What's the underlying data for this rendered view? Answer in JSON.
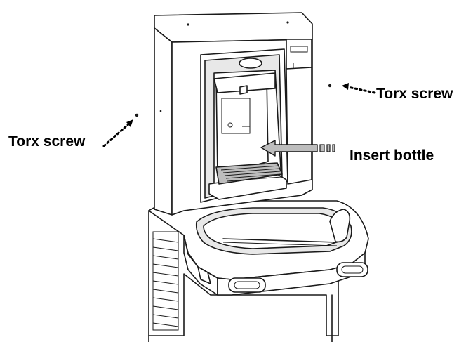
{
  "labels": {
    "torx_screw_left": "Torx screw",
    "torx_screw_right": "Torx screw",
    "insert_bottle": "Insert bottle"
  },
  "colors": {
    "line": "#1a1a1a",
    "arrow_fill": "#bdbdbd",
    "background": "#ffffff"
  }
}
